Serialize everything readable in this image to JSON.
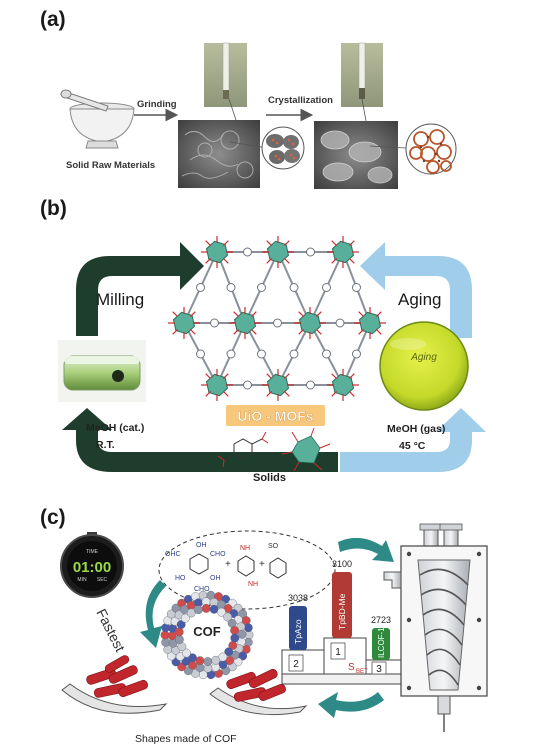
{
  "panel_a": {
    "letter": "(a)",
    "raw_materials_label": "Solid Raw Materials",
    "grinding_label": "Grinding",
    "crystallization_label": "Crystallization"
  },
  "panel_b": {
    "letter": "(b)",
    "milling_label": "Milling",
    "aging_label": "Aging",
    "left_condition_line1": "MeOH (cat.)",
    "left_condition_line2": "R.T.",
    "right_condition_line1": "MeOH (gas)",
    "right_condition_line2": "45 °C",
    "center_label": "UiO - MOFs",
    "solids_label": "Solids",
    "dish_label": "Aging",
    "colors": {
      "arrow_dark": "#1f3d2c",
      "arrow_light": "#9fcdea",
      "label_bg": "#f7c77b",
      "dish": "#c4d92a"
    }
  },
  "panel_c": {
    "letter": "(c)",
    "timer_top": "TIME",
    "timer_display": "01:00",
    "timer_min": "MIN",
    "timer_sec": "SEC",
    "fastest_label": "Fastest",
    "cof_label": "COF",
    "shapes_label": "Shapes made of COF",
    "sbet_label_main": "S",
    "sbet_label_sub": "BET",
    "reagents": {
      "aldehyde_labels": [
        "OHC",
        "OH",
        "CHO",
        "HO",
        "OH",
        "CHO"
      ],
      "amine_labels": [
        "NH",
        "NH"
      ],
      "acid_label": "SO",
      "plus": "+"
    },
    "podium": [
      {
        "rank": "1",
        "name": "TpBD-Me",
        "value": "3100",
        "color": "#b13a34"
      },
      {
        "rank": "2",
        "name": "TpAzo",
        "value": "3038",
        "color": "#2f4a8c"
      },
      {
        "rank": "3",
        "name": "ILCOF-1",
        "value": "2723",
        "color": "#2d8a3a"
      }
    ]
  }
}
